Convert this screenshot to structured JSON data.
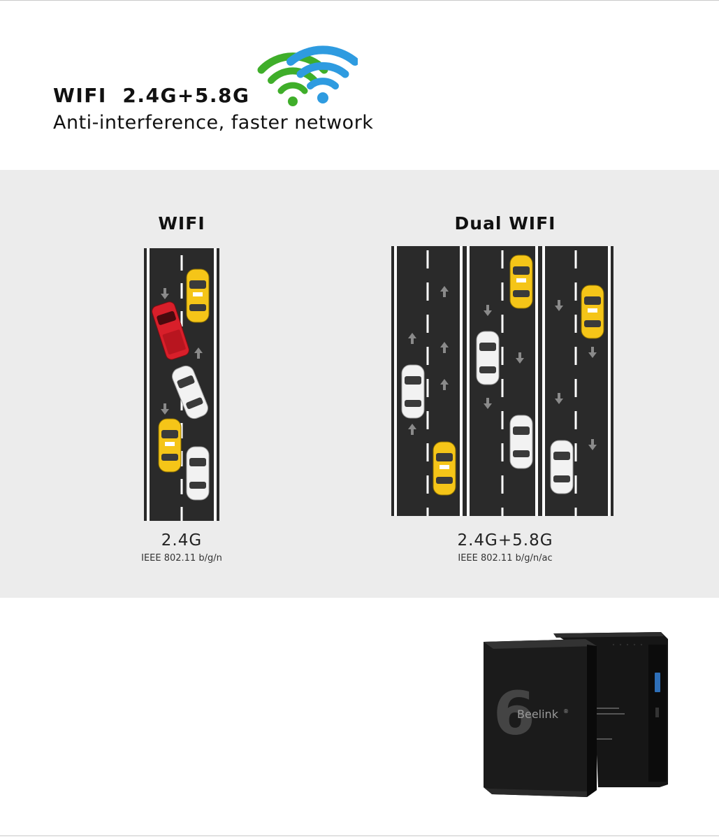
{
  "header": {
    "title": "WIFI  2.4G+5.8G",
    "subtitle": "Anti-interference, faster network",
    "icon": "wifi-signal-icon",
    "colors": {
      "green": "#3fae2a",
      "blue": "#2e9be0"
    }
  },
  "comparison": {
    "single": {
      "label": "WIFI",
      "frequency": "2.4G",
      "standard": "IEEE 802.11 b/g/n"
    },
    "dual": {
      "label": "Dual WIFI",
      "frequency": "2.4G+5.8G",
      "standard": "IEEE 802.11 b/g/n/ac"
    }
  },
  "product": {
    "brand_number": "6",
    "brand": "Beelink",
    "registered_mark": "®"
  },
  "colors": {
    "band_bg": "#ececec",
    "road": "#2a2a2a",
    "taxi": "#f5c518",
    "red_car": "#d81f2a",
    "white_car": "#f2f2f2"
  }
}
